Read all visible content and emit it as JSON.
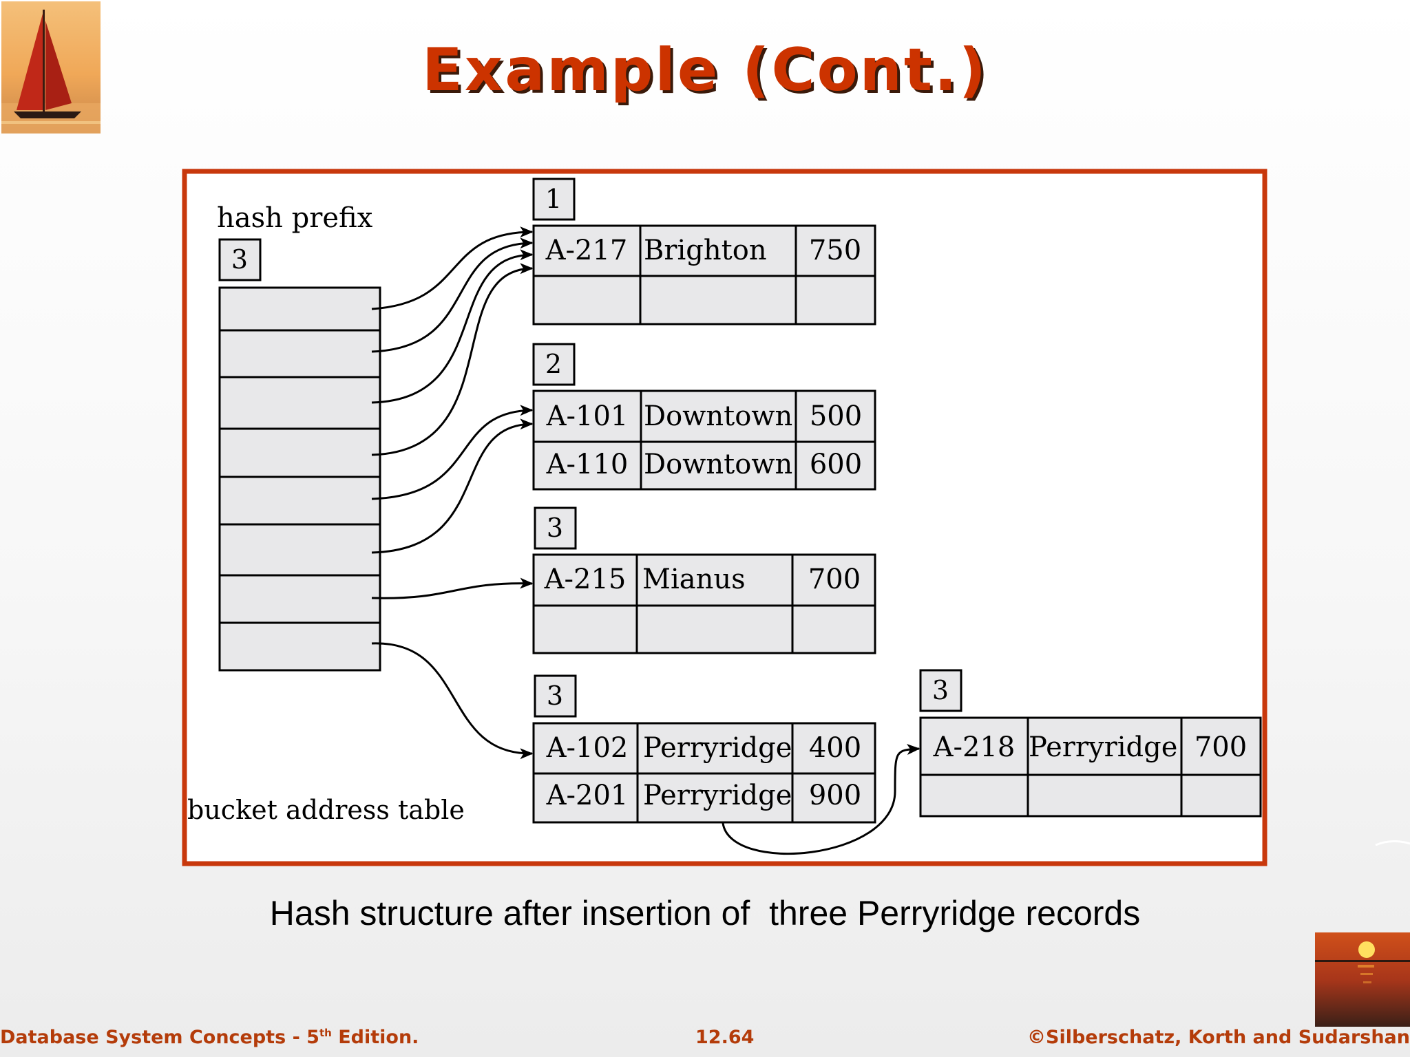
{
  "slide": {
    "title": "Example (Cont.)",
    "caption": "Hash structure after insertion of  three Perryridge records"
  },
  "footer": {
    "left_prefix": "Database System Concepts - 5",
    "left_sup": "th",
    "left_suffix": " Edition.",
    "page_number": "12.64",
    "copyright": "©Silberschatz, Korth and Sudarshan"
  },
  "diagram": {
    "hash_prefix_label": "hash prefix",
    "hash_prefix_value": "3",
    "bucket_table_label": "bucket address table",
    "buckets": [
      {
        "depth": "1",
        "rows": [
          [
            "A-217",
            "Brighton",
            "750"
          ],
          [
            "",
            "",
            ""
          ]
        ]
      },
      {
        "depth": "2",
        "rows": [
          [
            "A-101",
            "Downtown",
            "500"
          ],
          [
            "A-110",
            "Downtown",
            "600"
          ]
        ]
      },
      {
        "depth": "3",
        "rows": [
          [
            "A-215",
            "Mianus",
            "700"
          ],
          [
            "",
            "",
            ""
          ]
        ]
      },
      {
        "depth": "3",
        "rows": [
          [
            "A-102",
            "Perryridge",
            "400"
          ],
          [
            "A-201",
            "Perryridge",
            "900"
          ]
        ]
      },
      {
        "depth": "3",
        "rows": [
          [
            "A-218",
            "Perryridge",
            "700"
          ],
          [
            "",
            "",
            ""
          ]
        ]
      }
    ]
  },
  "colors": {
    "accent": "#cc3300",
    "frame_border": "#c8380c",
    "cell_fill": "#e8e8ea"
  },
  "icons": {
    "top_left": "sailboat-sunset-icon",
    "bottom_right": "sunset-sea-icon"
  }
}
